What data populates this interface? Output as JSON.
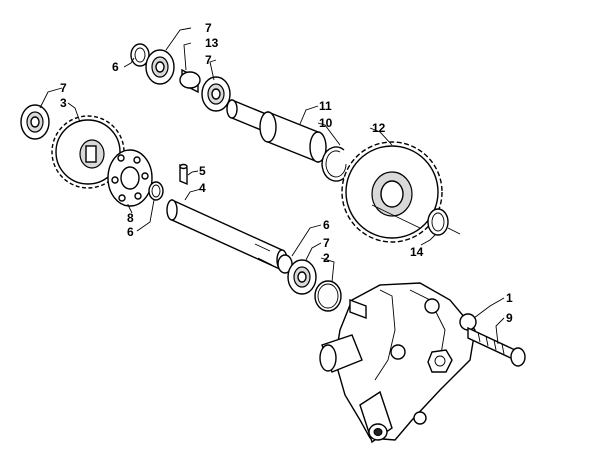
{
  "callouts": {
    "c1": "1",
    "c2": "2",
    "c3": "3",
    "c4": "4",
    "c5": "5",
    "c6a": "6",
    "c6b": "6",
    "c6c": "6",
    "c7a": "7",
    "c7b": "7",
    "c7c": "7",
    "c7d": "7",
    "c8": "8",
    "c9": "9",
    "c10": "10",
    "c11": "11",
    "c12": "12",
    "c13": "13",
    "c14": "14"
  }
}
